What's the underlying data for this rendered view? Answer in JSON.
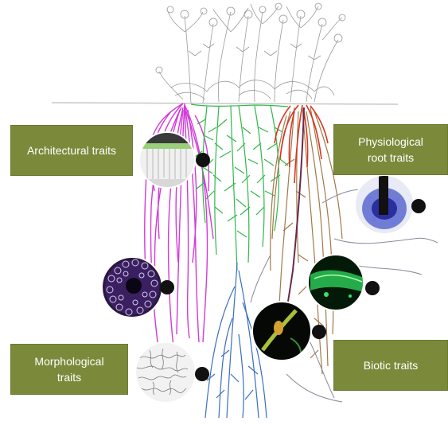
{
  "labels": {
    "architectural": "Architectural traits",
    "physiological": "Physiological\nroot traits",
    "morphological": "Morphological\ntraits",
    "biotic": "Biotic traits"
  },
  "colors": {
    "label_box": "#7a8a3a",
    "root_magenta": "#d23ad8",
    "root_green": "#2fb84a",
    "root_red": "#d8361f",
    "root_brown": "#a07a4a",
    "root_blue": "#3a6fc0",
    "soil_line": "#c8c8c8",
    "plants": "#9a9a9a",
    "marker_dot": "#111111"
  },
  "insets": [
    {
      "name": "architectural-inset",
      "content": "seedlings"
    },
    {
      "name": "physiological-inset",
      "content": "blue-stained-root"
    },
    {
      "name": "anatomical-inset",
      "content": "cross-section"
    },
    {
      "name": "biotic-green-inset",
      "content": "fluorescent-root"
    },
    {
      "name": "biotic-hypha-inset",
      "content": "hypha"
    },
    {
      "name": "morphological-inset",
      "content": "root-surface"
    }
  ]
}
